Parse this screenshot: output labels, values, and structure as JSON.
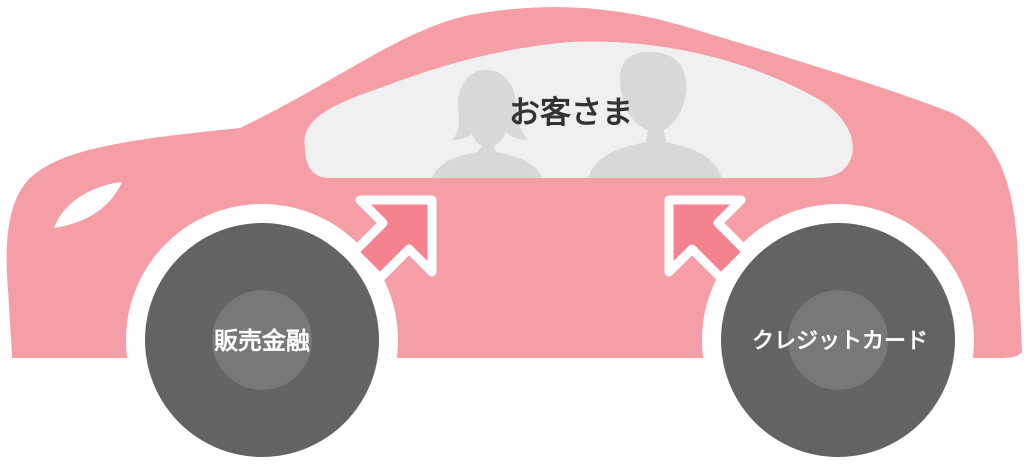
{
  "customers": {
    "label": "お客さま"
  },
  "wheels": {
    "front": {
      "label": "販売金融"
    },
    "rear": {
      "label": "クレジットカード"
    }
  },
  "colors": {
    "car_body": "#f59ea6",
    "arrow": "#f4828f",
    "window": "#f0f0f0",
    "silhouette": "#d8d8d8",
    "tire": "#636363",
    "hub": "#787878",
    "wheel_label": "#ffffff",
    "customer_label": "#333333"
  }
}
